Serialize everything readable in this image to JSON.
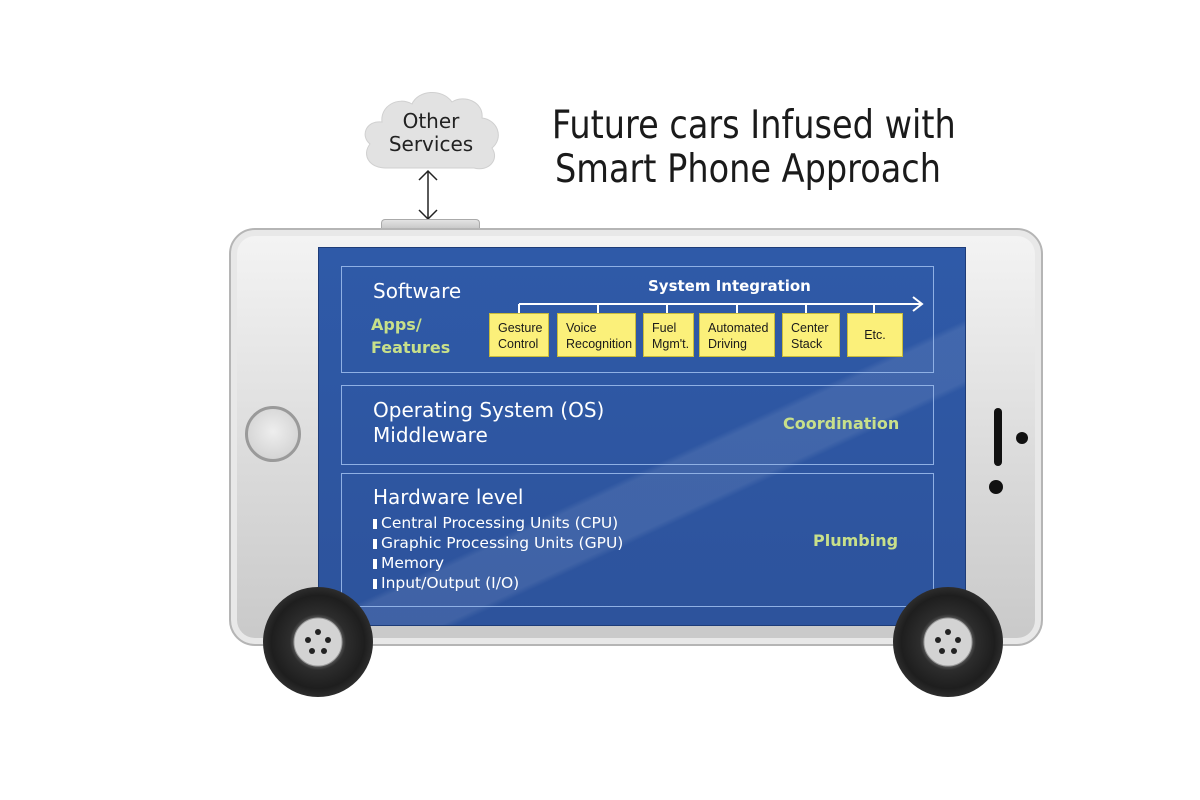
{
  "title": {
    "line1": "Future cars Infused with",
    "line2": "Smart Phone Approach"
  },
  "cloud": {
    "line1": "Other",
    "line2": "Services"
  },
  "software_layer": {
    "title": "Software",
    "subtitle_line1": "Apps/",
    "subtitle_line2": "Features",
    "integration_label": "System Integration",
    "apps": [
      {
        "line1": "Gesture",
        "line2": "Control"
      },
      {
        "line1": "Voice",
        "line2": "Recognition"
      },
      {
        "line1": "Fuel",
        "line2": "Mgm't."
      },
      {
        "line1": "Automated",
        "line2": "Driving"
      },
      {
        "line1": "Center",
        "line2": "Stack"
      },
      {
        "line1": "Etc.",
        "line2": ""
      }
    ]
  },
  "os_layer": {
    "line1": "Operating System (OS)",
    "line2": "Middleware",
    "role": "Coordination"
  },
  "hardware_layer": {
    "title": "Hardware level",
    "items": [
      "Central Processing Units (CPU)",
      "Graphic Processing Units (GPU)",
      "Memory",
      "Input/Output (I/O)"
    ],
    "role": "Plumbing"
  },
  "colors": {
    "screen_blue": "#2f5aa8",
    "accent_green": "#c8e08a",
    "app_yellow": "#fbf07a"
  }
}
